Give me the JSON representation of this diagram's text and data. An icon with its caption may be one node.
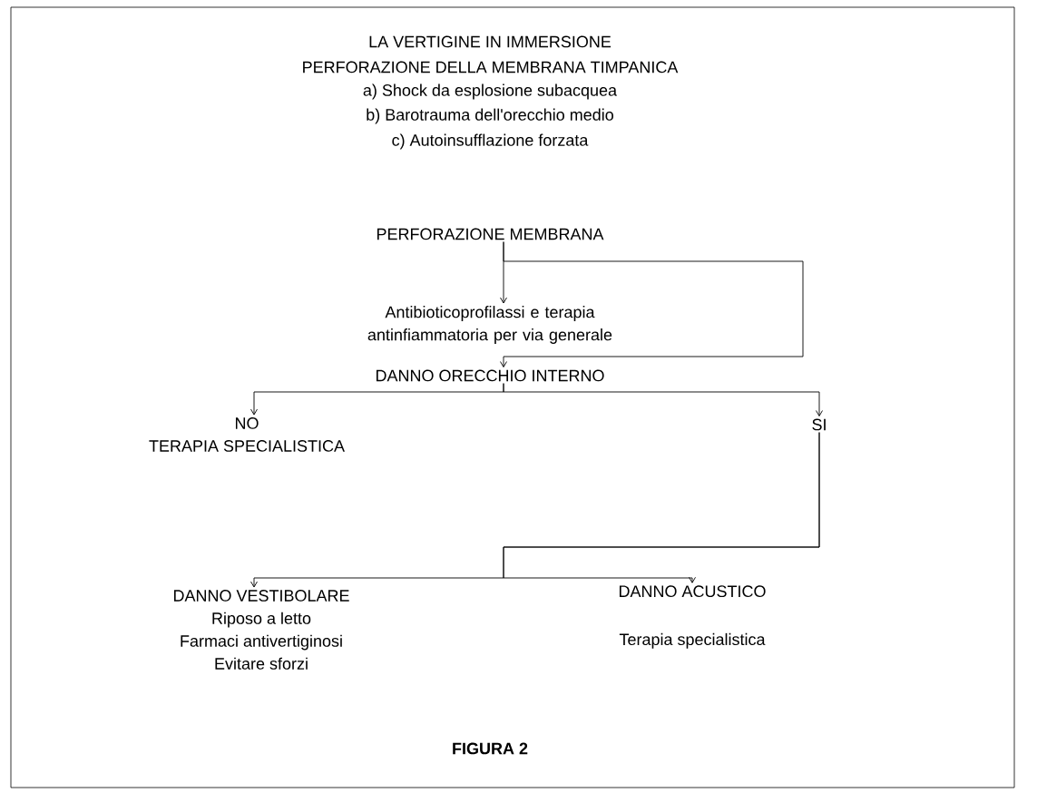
{
  "diagram": {
    "title": "LA VERTIGINE IN IMMERSIONE",
    "caption": "FIGURA 2",
    "nodes": [
      {
        "text": [
          "PERFORAZIONE MEMBRANA"
        ]
      },
      {
        "text": [
          "Antibioticoprofilassi e terapia antinfiammatoria per via generale"
        ]
      },
      {
        "text": [
          "DANNO ORECCHIO INTERNO"
        ]
      },
      {
        "text": [
          "NO",
          "TERAPIA SPECIALISTICA"
        ]
      },
      {
        "text": [
          "SI"
        ]
      },
      {
        "text": [
          "DANNO VESTIBOLARE",
          "Riposo a letto",
          "Farmaci antivertiginosi",
          "Evitare sforzi"
        ]
      },
      {
        "text": [
          "DANNO ACUSTICO",
          "Terapia specialistica"
        ]
      }
    ],
    "edges": [
      {
        "from": 0,
        "to": 1,
        "arrow": "to"
      },
      {
        "from": 0,
        "to": 2,
        "arrow": "to"
      },
      {
        "from": 2,
        "to": 3,
        "arrow": "to"
      },
      {
        "from": 2,
        "to": 4,
        "arrow": "to"
      },
      {
        "from": 4,
        "to": 5,
        "arrow": "to"
      },
      {
        "from": 4,
        "to": 6,
        "arrow": "to"
      }
    ],
    "labels": [
      "PERFORAZIONE DELLA MEMBRANA TIMPANICA",
      "a) Shock da esplosione subacquea",
      "b) Barotrauma dell'orecchio medio",
      "c) Autoinsufflazione forzata"
    ]
  }
}
